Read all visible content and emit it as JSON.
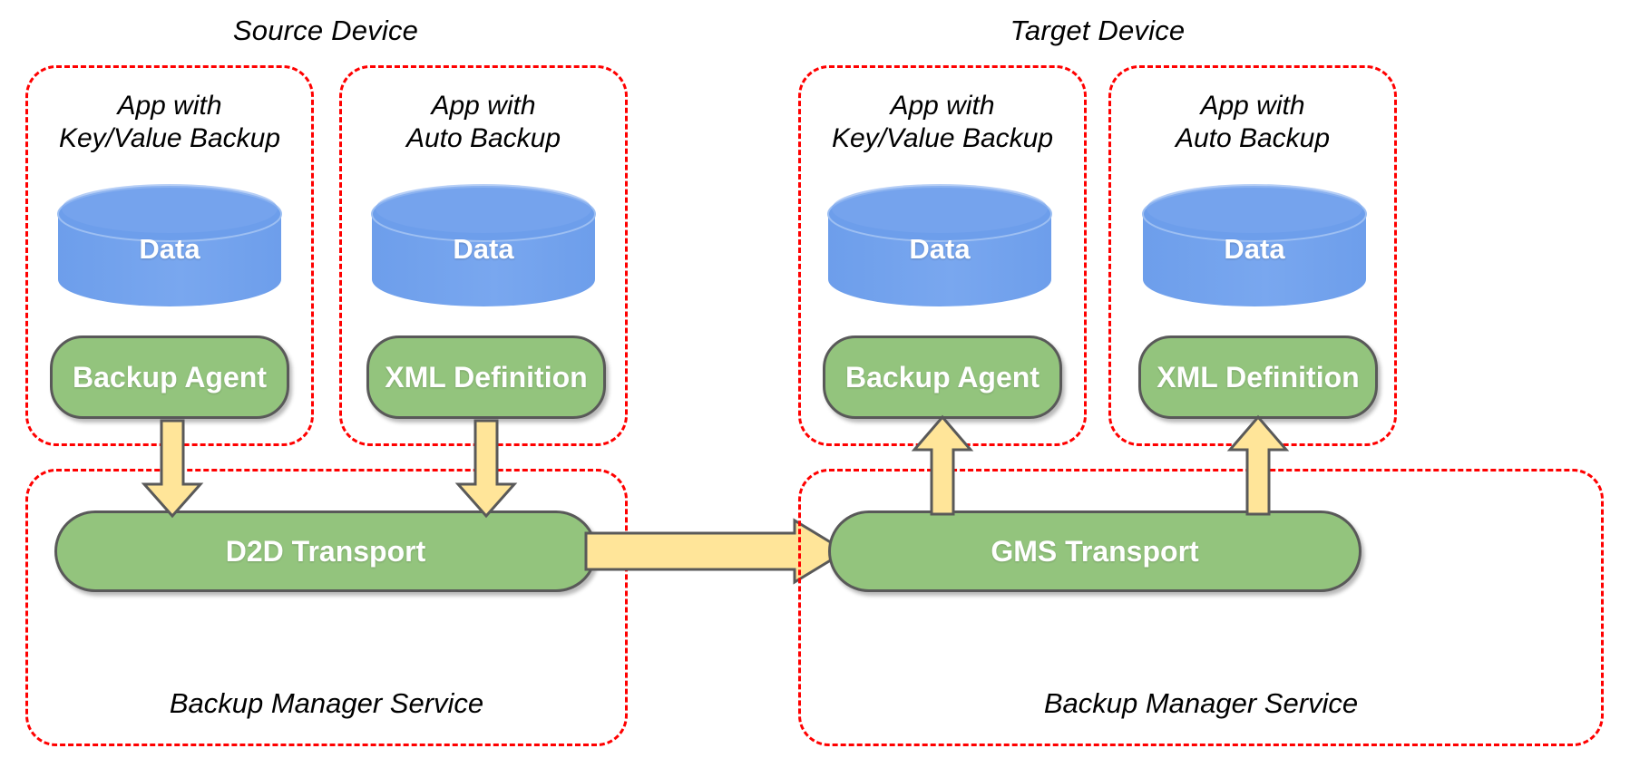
{
  "diagram": {
    "title_source": "Source Device",
    "title_target": "Target Device",
    "colors": {
      "panel_border": "#ff0000",
      "cylinder_fill": "#6d9eeb",
      "box_fill": "#93c47d",
      "box_border": "#595959",
      "arrow_fill": "#ffe599",
      "arrow_border": "#595959",
      "text_on_fill": "#ffffff",
      "text": "#000000",
      "background": "#ffffff"
    },
    "source_device": {
      "apps": [
        {
          "caption": "App with\nKey/Value Backup",
          "data_label": "Data",
          "component_label": "Backup Agent"
        },
        {
          "caption": "App with\nAuto Backup",
          "data_label": "Data",
          "component_label": "XML Definition"
        }
      ],
      "service": {
        "caption": "Backup Manager Service",
        "transport_label": "D2D Transport"
      }
    },
    "target_device": {
      "apps": [
        {
          "caption": "App with\nKey/Value Backup",
          "data_label": "Data",
          "component_label": "Backup Agent"
        },
        {
          "caption": "App with\nAuto Backup",
          "data_label": "Data",
          "component_label": "XML Definition"
        }
      ],
      "service": {
        "caption": "Backup Manager Service",
        "transport_label": "GMS Transport"
      }
    },
    "flows": [
      {
        "name": "source-backup-agent-to-d2d",
        "direction": "down"
      },
      {
        "name": "source-xml-definition-to-d2d",
        "direction": "down"
      },
      {
        "name": "d2d-transport-to-gms-transport",
        "direction": "right"
      },
      {
        "name": "gms-to-target-backup-agent",
        "direction": "up"
      },
      {
        "name": "gms-to-target-xml-definition",
        "direction": "up"
      }
    ]
  }
}
